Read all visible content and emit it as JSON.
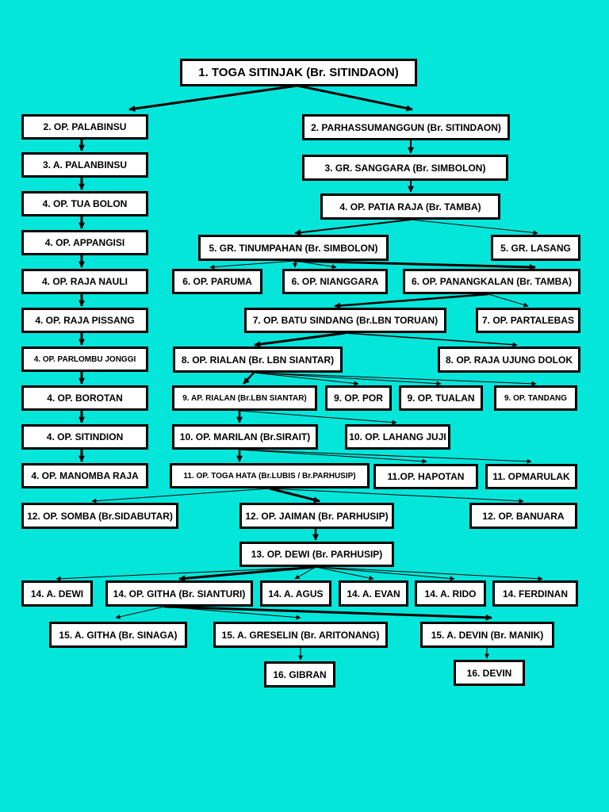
{
  "tree": {
    "n_root": "1.  TOGA SITINJAK (Br. SITINDAON)",
    "l1": "2. OP. PALABINSU",
    "l2": "3. A. PALANBINSU",
    "l3": "4. OP. TUA BOLON",
    "l4": "4. OP. APPANGISI",
    "l5": "4. OP. RAJA NAULI",
    "l6": "4. OP. RAJA PISSANG",
    "l7": "4. OP. PARLOMBU JONGGI",
    "l8": "4. OP. BOROTAN",
    "l9": "4. OP. SITINDION",
    "l10": "4. OP. MANOMBA RAJA",
    "r2": "2. PARHASSUMANGGUN (Br. SITINDAON)",
    "r3": "3. GR. SANGGARA (Br. SIMBOLON)",
    "r4": "4. OP. PATIA RAJA (Br. TAMBA)",
    "r5a": "5. GR. TINUMPAHAN (Br. SIMBOLON)",
    "r5b": "5. GR. LASANG",
    "r6a": "6. OP. PARUMA",
    "r6b": "6. OP. NIANGGARA",
    "r6c": "6. OP. PANANGKALAN (Br. TAMBA)",
    "r7a": "7. OP. BATU SINDANG (Br.LBN TORUAN)",
    "r7b": "7. OP. PARTALEBAS",
    "r8a": "8. OP. RIALAN (Br. LBN SIANTAR)",
    "r8b": "8. OP. RAJA UJUNG DOLOK",
    "r9a": "9. AP. RIALAN (Br.LBN SIANTAR)",
    "r9b": "9. OP. POR",
    "r9c": "9. OP. TUALAN",
    "r9d": "9. OP. TANDANG",
    "r10a": "10. OP. MARILAN (Br.SIRAIT)",
    "r10b": "10. OP. LAHANG JUJI",
    "r11a": "11. OP. TOGA HATA (Br.LUBIS / Br.PARHUSIP)",
    "r11b": "11.OP. HAPOTAN",
    "r11c": "11. OPMARULAK",
    "g12a": "12. OP. SOMBA (Br.SIDABUTAR)",
    "g12b": "12. OP. JAIMAN (Br. PARHUSIP)",
    "g12c": "12. OP. BANUARA",
    "g13": "13. OP. DEWI (Br. PARHUSIP)",
    "g14a": "14. A. DEWI",
    "g14b": "14. OP. GITHA (Br. SIANTURI)",
    "g14c": "14. A. AGUS",
    "g14d": "14. A. EVAN",
    "g14e": "14. A. RIDO",
    "g14f": "14. FERDINAN",
    "g15a": "15. A. GITHA (Br. SINAGA)",
    "g15b": "15. A. GRESELIN (Br. ARITONANG)",
    "g15c": "15. A. DEVIN (Br. MANIK)",
    "g16a": "16. GIBRAN",
    "g16b": "16. DEVIN"
  }
}
